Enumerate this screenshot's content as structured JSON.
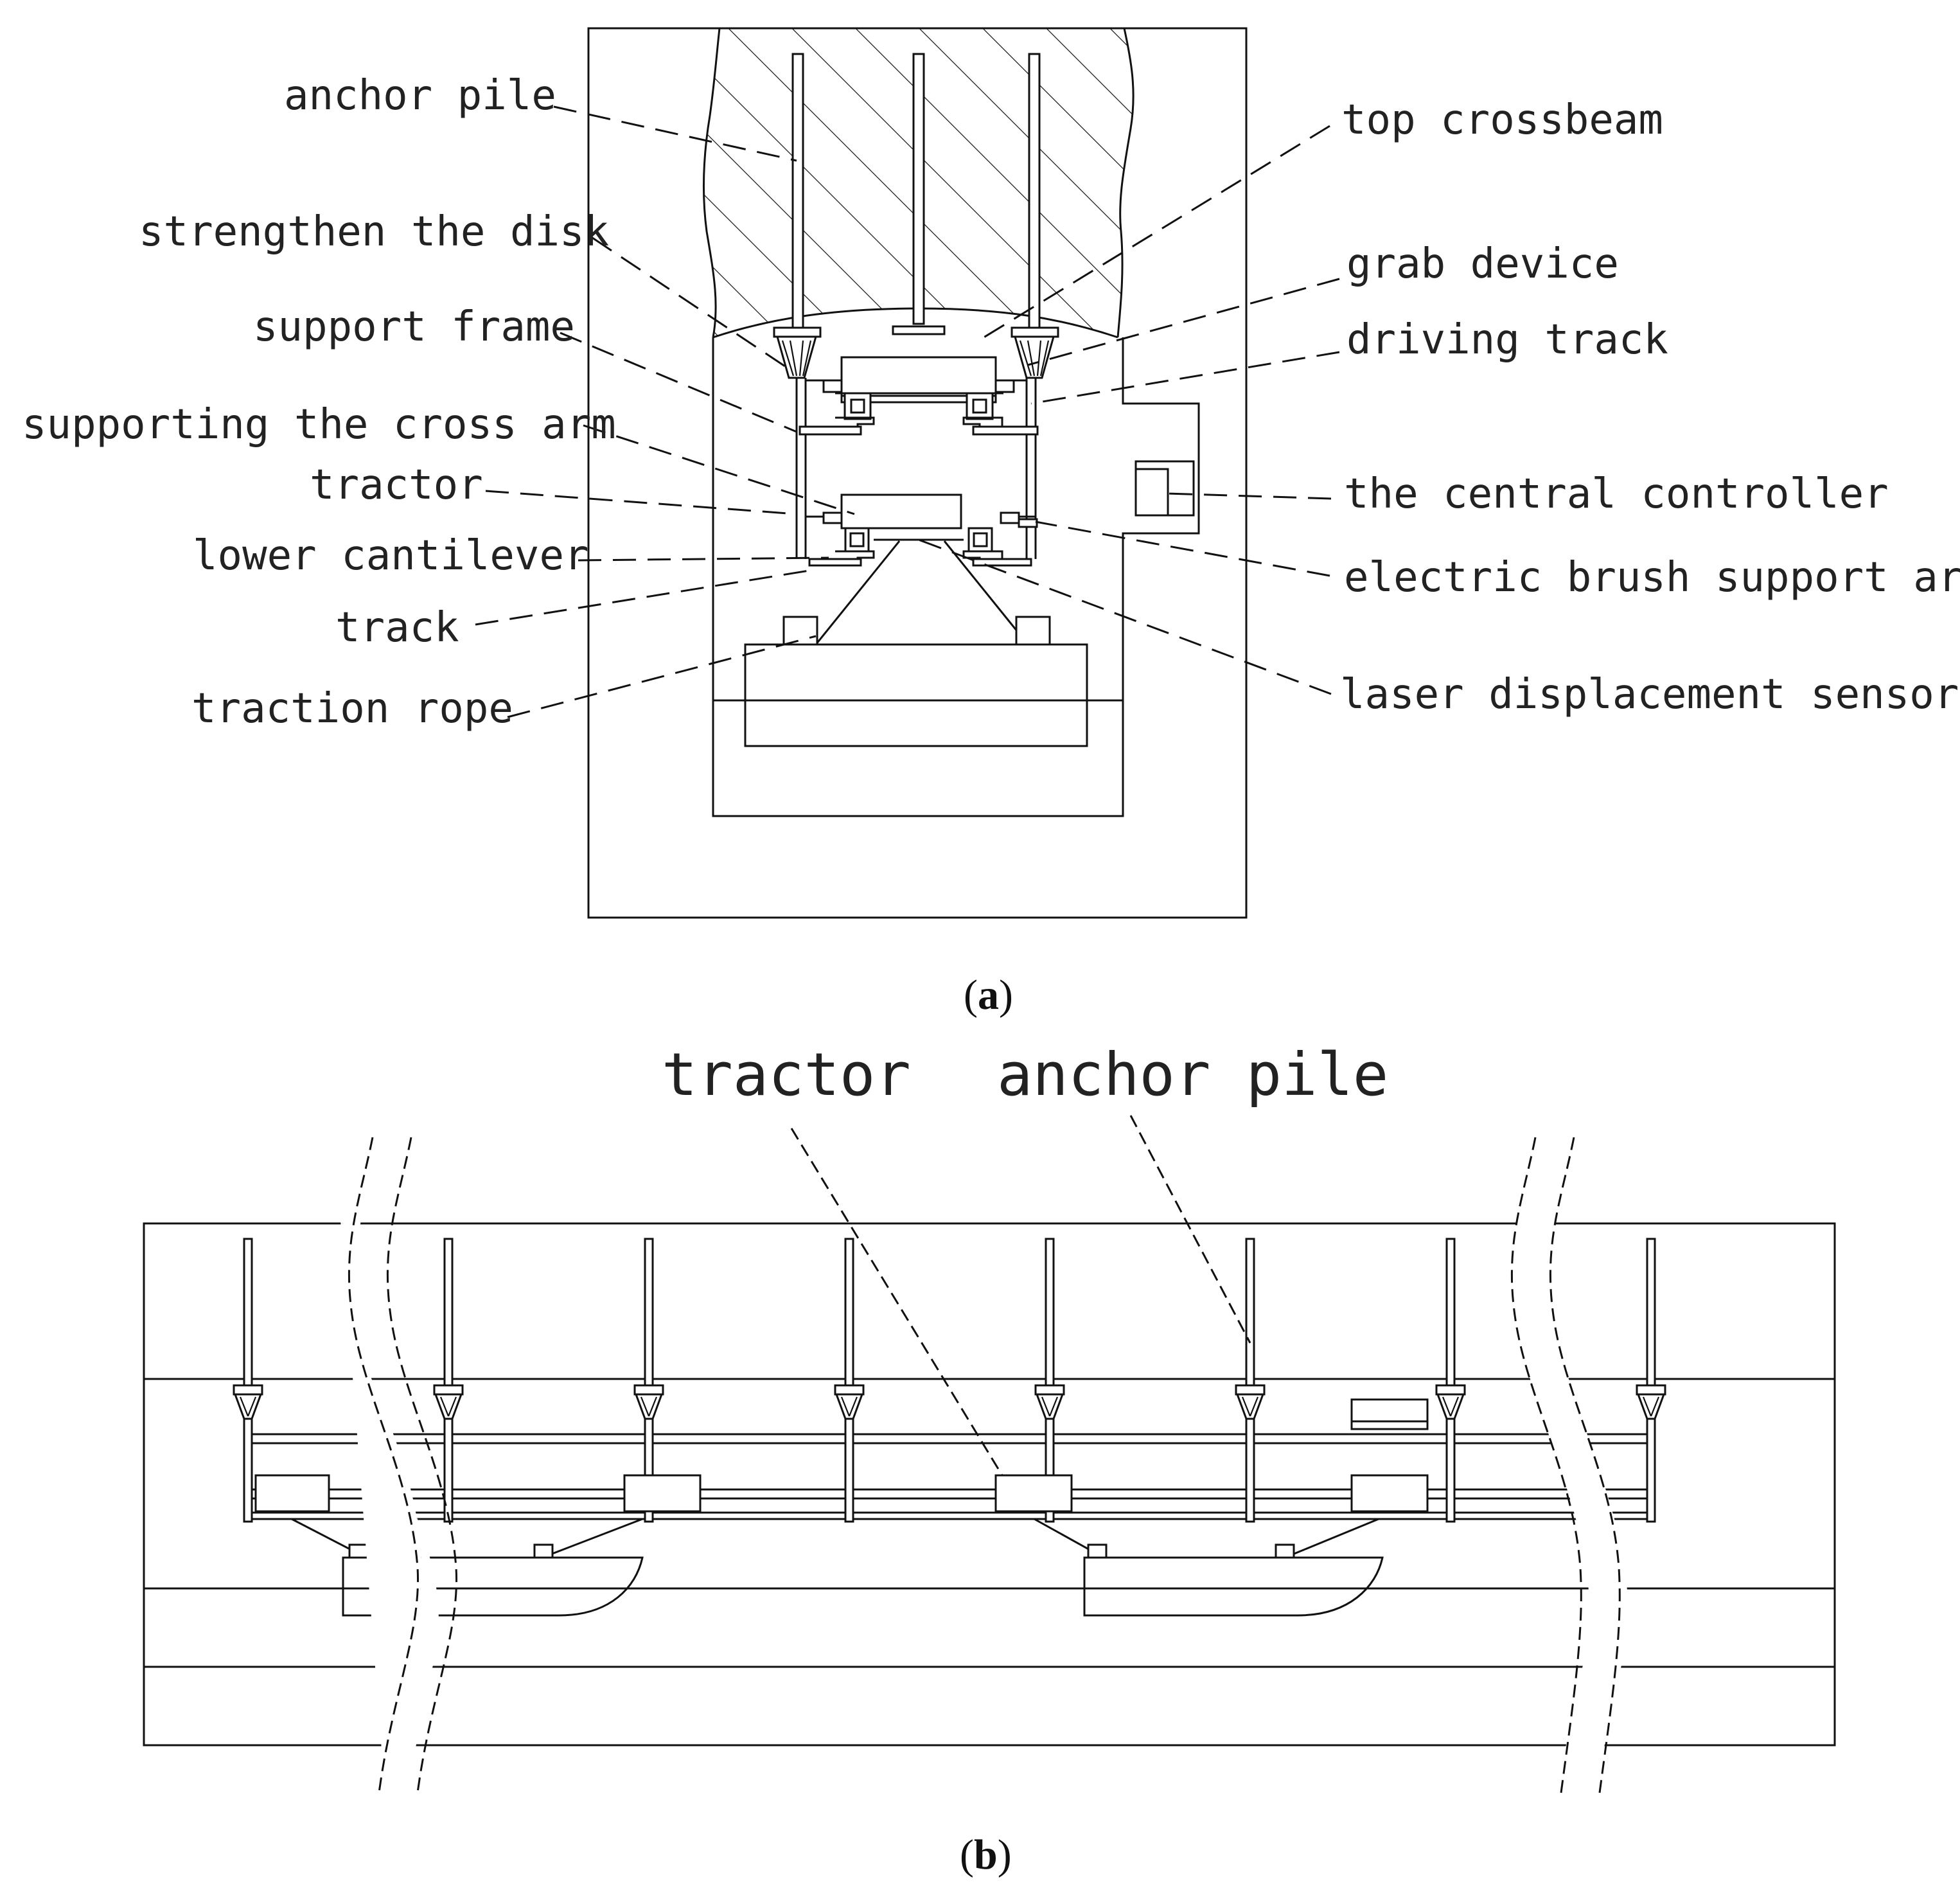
{
  "panel_a": {
    "caption": {
      "open": "(",
      "letter": "a",
      "close": ")"
    },
    "labels": {
      "anchor_pile": "anchor pile",
      "strengthen_the_disk": "strengthen the disk",
      "support_frame": "support frame",
      "supporting_cross_arm": "supporting the cross arm",
      "tractor": "tractor",
      "lower_cantilever": "lower cantilever",
      "track": "track",
      "traction_rope": "traction rope",
      "top_crossbeam": "top crossbeam",
      "grab_device": "grab device",
      "driving_track": "driving track",
      "central_controller": "the central controller",
      "electric_brush_support_arm": "electric brush support arm",
      "laser_displacement_sensor": "laser displacement sensor"
    }
  },
  "panel_b": {
    "caption": {
      "open": "(",
      "letter": "b",
      "close": ")"
    },
    "labels": {
      "tractor": "tractor",
      "anchor_pile": "anchor pile"
    }
  },
  "colors": {
    "line": "#111111",
    "background": "#ffffff",
    "text": "#222222"
  }
}
